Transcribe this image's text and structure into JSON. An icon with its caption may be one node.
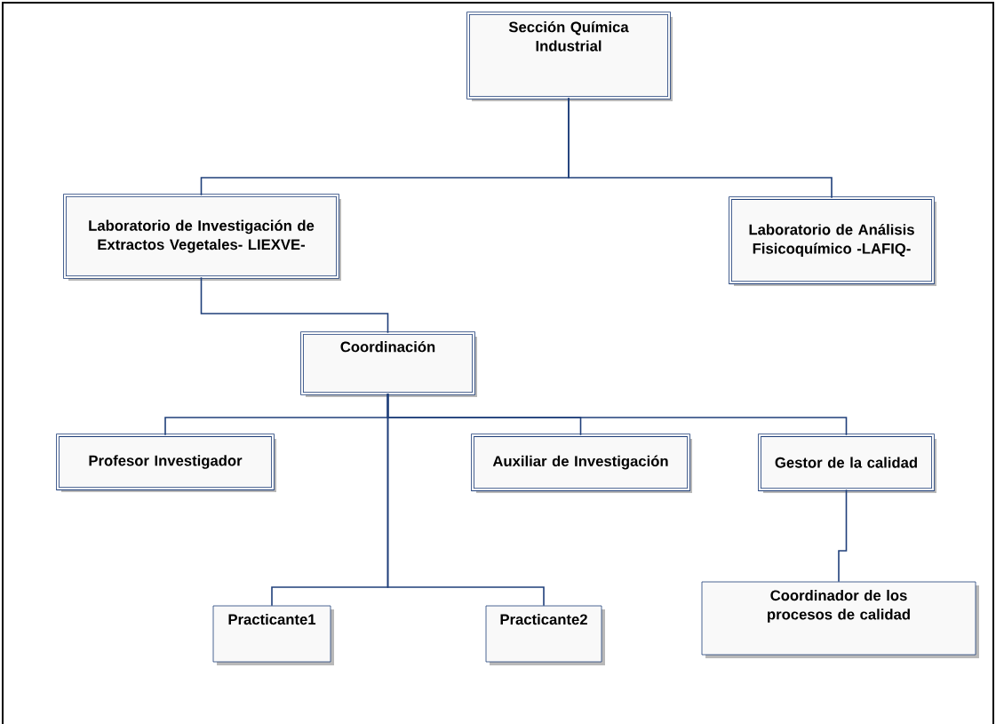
{
  "diagram": {
    "nodes": [
      {
        "text": [
          "Sección Química Industrial"
        ]
      },
      {
        "text": [
          "Laboratorio de Investigación de Extractos Vegetales- LIEXVE-"
        ]
      },
      {
        "text": [
          "Laboratorio de Análisis Fisicoquímico -LAFIQ-"
        ]
      },
      {
        "text": [
          "Coordinación"
        ]
      },
      {
        "text": [
          "Profesor Investigador"
        ]
      },
      {
        "text": [
          "Auxiliar de Investigación"
        ]
      },
      {
        "text": [
          "Gestor de la calidad"
        ]
      },
      {
        "text": [
          "Practicante1"
        ]
      },
      {
        "text": [
          "Practicante2"
        ]
      },
      {
        "text": [
          "Coordinador de los procesos de calidad"
        ]
      }
    ],
    "edges": [
      {
        "from": 0,
        "to": 1,
        "arrow": "none"
      },
      {
        "from": 0,
        "to": 2,
        "arrow": "none"
      },
      {
        "from": 1,
        "to": 3,
        "arrow": "none"
      },
      {
        "from": 3,
        "to": 4,
        "arrow": "none"
      },
      {
        "from": 3,
        "to": 5,
        "arrow": "none"
      },
      {
        "from": 3,
        "to": 6,
        "arrow": "none"
      },
      {
        "from": 3,
        "to": 7,
        "arrow": "none"
      },
      {
        "from": 3,
        "to": 8,
        "arrow": "none"
      },
      {
        "from": 6,
        "to": 9,
        "arrow": "none"
      }
    ]
  }
}
